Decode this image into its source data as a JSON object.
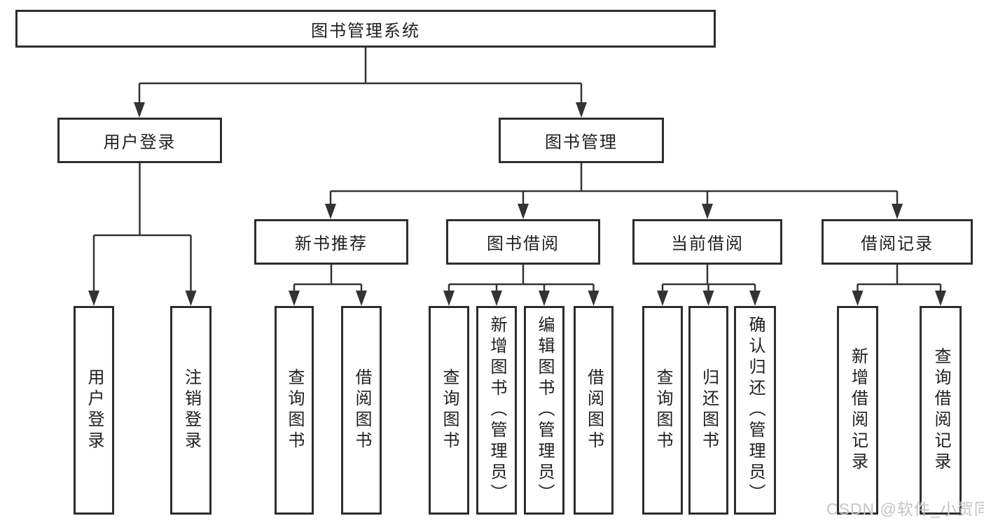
{
  "diagram_type": "hierarchy",
  "colors": {
    "line": "#333333",
    "box_border": "#2e2e2e",
    "text": "#1f1f1f",
    "watermark": "#c4c4c4",
    "background": "#ffffff"
  },
  "watermark": {
    "text": "CSDN @软件_小贺同学"
  },
  "tree": {
    "label": "图书管理系统",
    "children": [
      {
        "label": "用户登录",
        "children": [
          {
            "label": "用户登录"
          },
          {
            "label": "注销登录"
          }
        ]
      },
      {
        "label": "图书管理",
        "children": [
          {
            "label": "新书推荐",
            "children": [
              {
                "label": "查询图书"
              },
              {
                "label": "借阅图书"
              }
            ]
          },
          {
            "label": "图书借阅",
            "children": [
              {
                "label": "查询图书"
              },
              {
                "label": "新增图书（管理员）"
              },
              {
                "label": "编辑图书（管理员）"
              },
              {
                "label": "借阅图书"
              }
            ]
          },
          {
            "label": "当前借阅",
            "children": [
              {
                "label": "查询图书"
              },
              {
                "label": "归还图书"
              },
              {
                "label": "确认归还（管理员）"
              }
            ]
          },
          {
            "label": "借阅记录",
            "children": [
              {
                "label": "新增借阅记录"
              },
              {
                "label": "查询借阅记录"
              }
            ]
          }
        ]
      }
    ]
  }
}
